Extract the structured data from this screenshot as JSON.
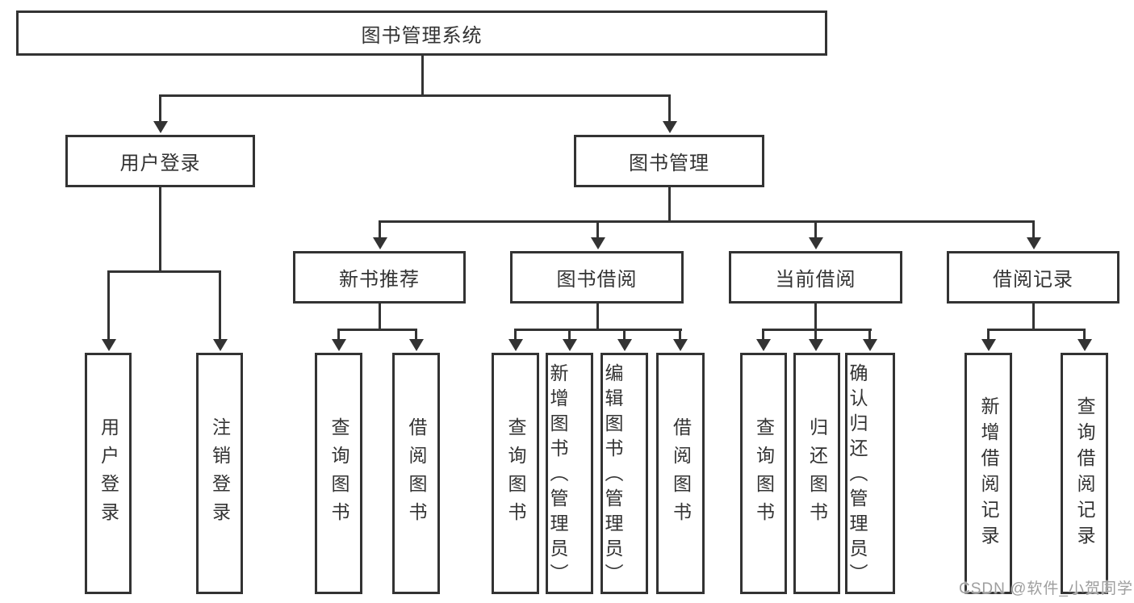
{
  "watermark": "CSDN @软件_小贺同学",
  "colors": {
    "line": "#333333",
    "text": "#333333",
    "watermark": "#9e9e9e",
    "background": "#ffffff"
  },
  "tree": {
    "label": "图书管理系统",
    "children": [
      {
        "label": "用户登录",
        "children": [
          {
            "label": "用户登录"
          },
          {
            "label": "注销登录"
          }
        ]
      },
      {
        "label": "图书管理",
        "children": [
          {
            "label": "新书推荐",
            "children": [
              {
                "label": "查询图书"
              },
              {
                "label": "借阅图书"
              }
            ]
          },
          {
            "label": "图书借阅",
            "children": [
              {
                "label": "查询图书"
              },
              {
                "label": "新增图书（管理员）"
              },
              {
                "label": "编辑图书（管理员）"
              },
              {
                "label": "借阅图书"
              }
            ]
          },
          {
            "label": "当前借阅",
            "children": [
              {
                "label": "查询图书"
              },
              {
                "label": "归还图书"
              },
              {
                "label": "确认归还（管理员）"
              }
            ]
          },
          {
            "label": "借阅记录",
            "children": [
              {
                "label": "新增借阅记录"
              },
              {
                "label": "查询借阅记录"
              }
            ]
          }
        ]
      }
    ]
  }
}
